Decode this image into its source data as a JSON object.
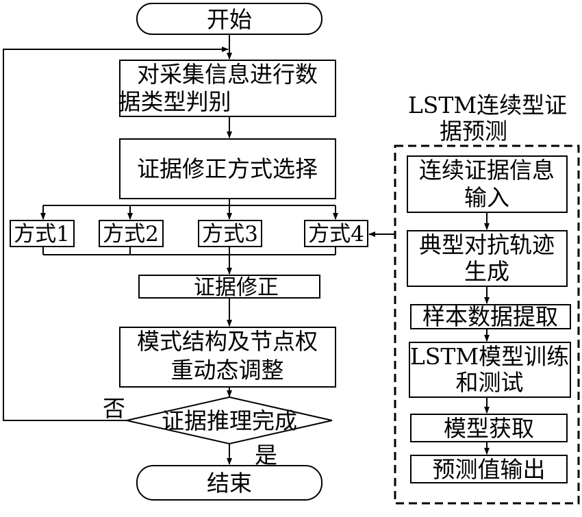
{
  "main_flow": {
    "start": "开始",
    "classify": [
      "对采集信息进行数",
      "据类型判别"
    ],
    "select_method": "证据修正方式选择",
    "methods": [
      "方式1",
      "方式2",
      "方式3",
      "方式4"
    ],
    "correct": "证据修正",
    "adjust": [
      "模式结构及节点权",
      "重动态调整"
    ],
    "decision": "证据推理完成",
    "no_label": "否",
    "yes_label": "是",
    "end": "结束"
  },
  "lstm_panel": {
    "title": [
      "LSTM连续型证",
      "据预测"
    ],
    "steps": [
      [
        "连续证据信息",
        "输入"
      ],
      [
        "典型对抗轨迹",
        "生成"
      ],
      [
        "样本数据提取"
      ],
      [
        "LSTM模型训练",
        "和测试"
      ],
      [
        "模型获取"
      ],
      [
        "预测值输出"
      ]
    ]
  }
}
